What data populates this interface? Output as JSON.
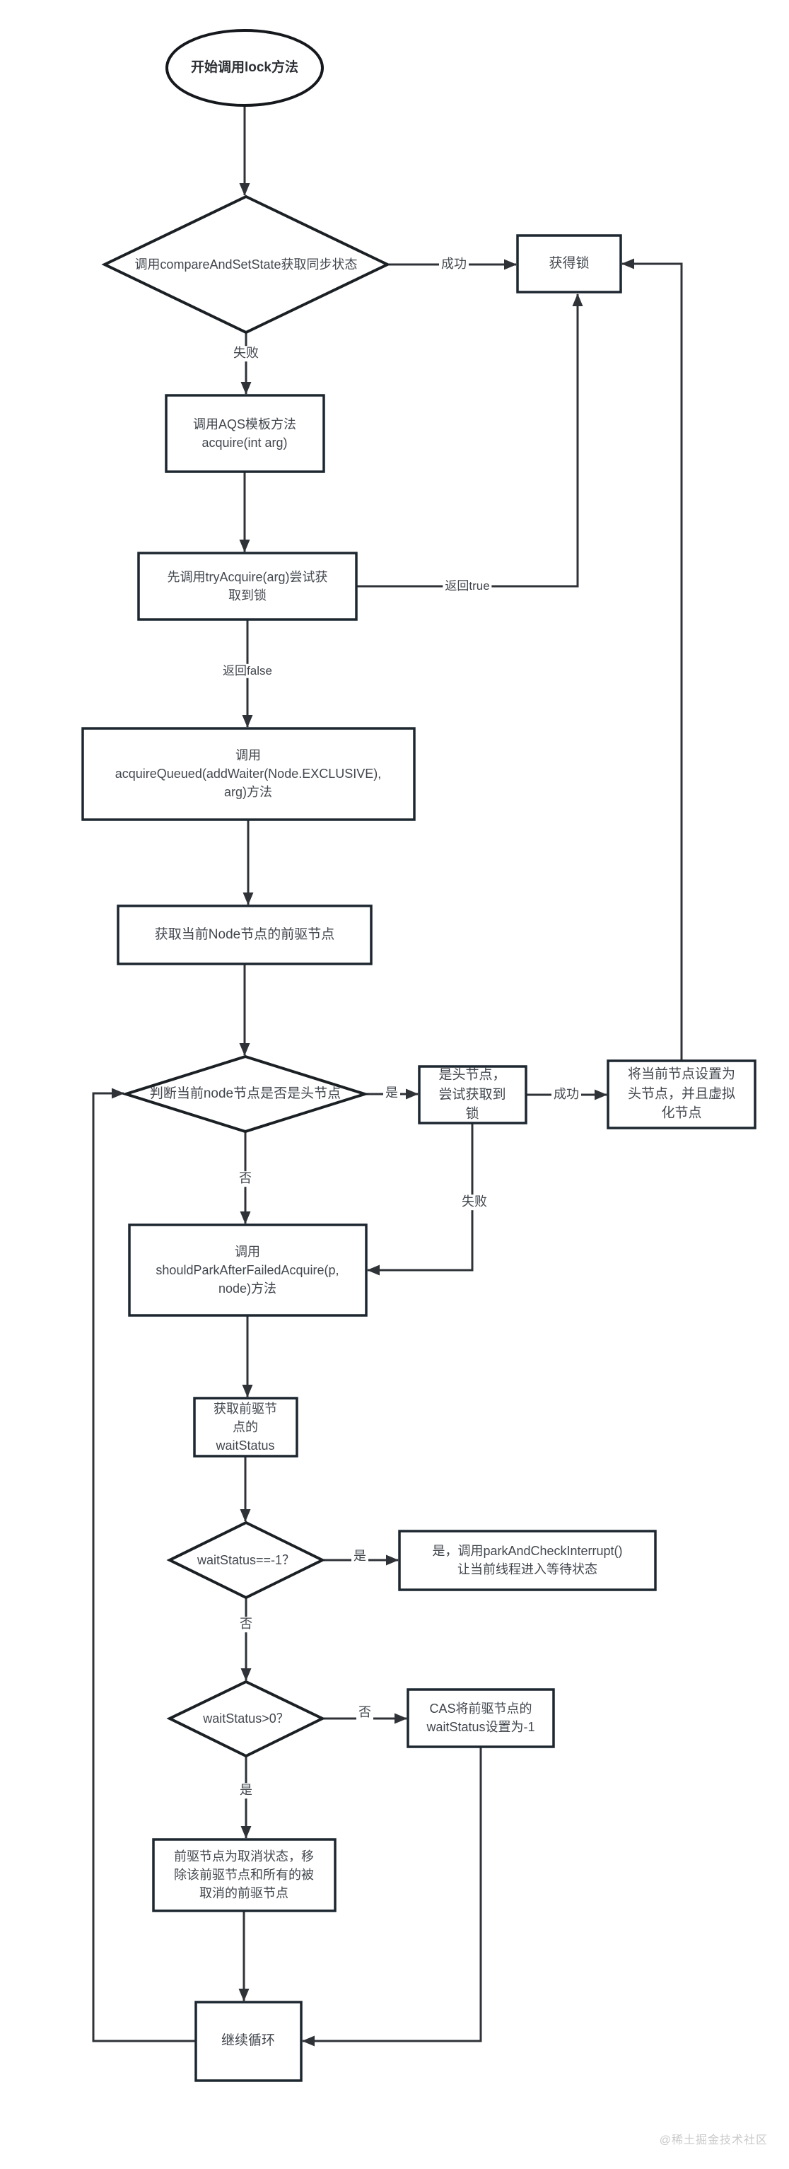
{
  "nodes": {
    "start": {
      "label": "开始调用lock方法"
    },
    "compare_and_set": {
      "label": "调用compareAndSetState获取同步状态"
    },
    "lock_acquired": {
      "label": "获得锁"
    },
    "aqs_acquire": {
      "label": "调用AQS模板方法\nacquire(int arg)"
    },
    "try_acquire": {
      "label": "先调用tryAcquire(arg)尝试获\n取到锁"
    },
    "acquire_queued": {
      "label": "调用\nacquireQueued(addWaiter(Node.EXCLUSIVE),\narg)方法"
    },
    "get_predecessor": {
      "label": "获取当前Node节点的前驱节点"
    },
    "is_head_node": {
      "label": "判断当前node节点是否是头节点"
    },
    "head_try_lock": {
      "label": "是头节点，\n尝试获取到\n锁"
    },
    "set_head_node": {
      "label": "将当前节点设置为\n头节点，并且虚拟\n化节点"
    },
    "should_park": {
      "label": "调用\nshouldParkAfterFailedAcquire(p,\nnode)方法"
    },
    "get_wait_status": {
      "label": "获取前驱节\n点的\nwaitStatus"
    },
    "wait_status_minus_one": {
      "label": "waitStatus==-1？"
    },
    "park_and_check": {
      "label": "是，调用parkAndCheckInterrupt()\n让当前线程进入等待状态"
    },
    "wait_status_gt_zero": {
      "label": "waitStatus>0？"
    },
    "cas_set_wait_status": {
      "label": "CAS将前驱节点的\nwaitStatus设置为-1"
    },
    "remove_cancelled": {
      "label": "前驱节点为取消状态，移\n除该前驱节点和所有的被\n取消的前驱节点"
    },
    "continue_loop": {
      "label": "继续循环"
    }
  },
  "edge_labels": {
    "success1": "成功",
    "fail1": "失败",
    "return_true": "返回true",
    "return_false": "返回false",
    "yes1": "是",
    "success2": "成功",
    "fail2": "失败",
    "no1": "否",
    "yes2": "是",
    "no2": "否",
    "no3": "否",
    "yes3": "是"
  },
  "colors": {
    "box_border": "#1d2730",
    "line": "#2f3338",
    "text": "#42474e"
  },
  "watermark": "@稀土掘金技术社区"
}
